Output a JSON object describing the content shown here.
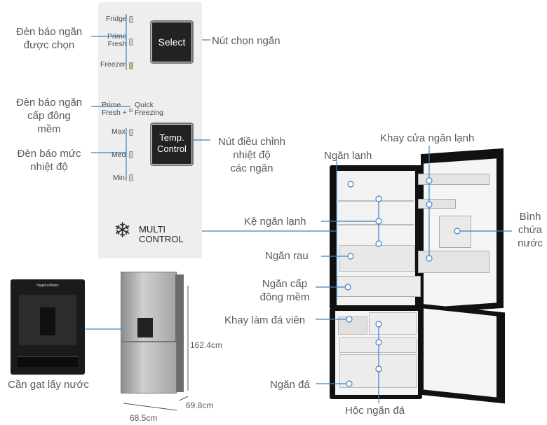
{
  "panel": {
    "fridge": "Fridge",
    "prime_fresh": "Prime\nFresh",
    "freezer": "Freezer",
    "select_button": "Select",
    "prime_fresh_plus": "Prime\nFresh +",
    "quick_freezing": "Quick\nFreezing",
    "max": "Max",
    "med": "Med",
    "min": "Min",
    "temp_button": "Temp.\nControl",
    "brand": "MULTI\nCONTROL"
  },
  "labels": {
    "den_bao_ngan": "Đèn báo ngăn\nđược chọn",
    "nut_chon_ngan": "Nút chọn ngăn",
    "den_bao_ngan_cap_dong": "Đèn báo ngăn\ncấp đông\nmềm",
    "den_bao_muc": "Đèn báo mức\nnhiệt độ",
    "nut_dieu_chinh": "Nút điều chỉnh\nnhiệt độ\ncác ngăn",
    "ngan_lanh": "Ngăn lạnh",
    "khay_cua": "Khay cửa ngăn lạnh",
    "ke_ngan_lanh": "Kệ ngăn lạnh",
    "binh_chua_nuoc": "Bình\nchứa\nnước",
    "ngan_rau": "Ngăn rau",
    "ngan_cap_dong": "Ngăn cấp\nđông mềm",
    "khay_lam_da": "Khay làm đá viên",
    "ngan_da": "Ngăn đá",
    "hoc_ngan_da": "Hộc ngăn đá",
    "can_gat": "Cần gạt lấy nước",
    "dispenser_brand": "HygieneWater"
  },
  "dimensions": {
    "height": "162.4cm",
    "depth": "69.8cm",
    "width": "68.5cm"
  },
  "colors": {
    "line": "#3b82c4",
    "panel": "#eeeeee",
    "fridge_body": "#1a1a1a"
  }
}
